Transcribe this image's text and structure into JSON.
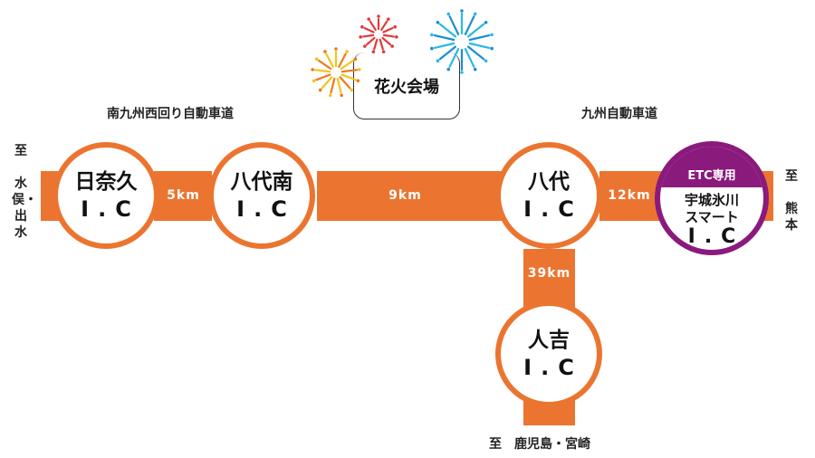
{
  "venue": {
    "label": "花火会場"
  },
  "roads": {
    "west_name": "南九州西回り自動車道",
    "east_name": "九州自動車道"
  },
  "destinations": {
    "west_to": "至",
    "west_place": "水俣・出水",
    "east_to": "至",
    "east_place": "熊本",
    "south": "至　鹿児島・宮崎"
  },
  "interchanges": {
    "hinagu": {
      "name": "日奈久",
      "suffix": "I.C"
    },
    "yatsushiro_minami": {
      "name": "八代南",
      "suffix": "I.C"
    },
    "yatsushiro": {
      "name": "八代",
      "suffix": "I.C"
    },
    "hitoyoshi": {
      "name": "人吉",
      "suffix": "I.C"
    },
    "uki": {
      "badge": "ETC専用",
      "name_line1": "宇城氷川",
      "name_line2": "スマート",
      "suffix": "I.C"
    }
  },
  "distances": {
    "d1": "5km",
    "d2": "9km",
    "d3": "12km",
    "d4": "39km"
  },
  "colors": {
    "road": "#eb7530",
    "etc": "#8b1a7d"
  },
  "icons": [
    "firework-icon"
  ]
}
